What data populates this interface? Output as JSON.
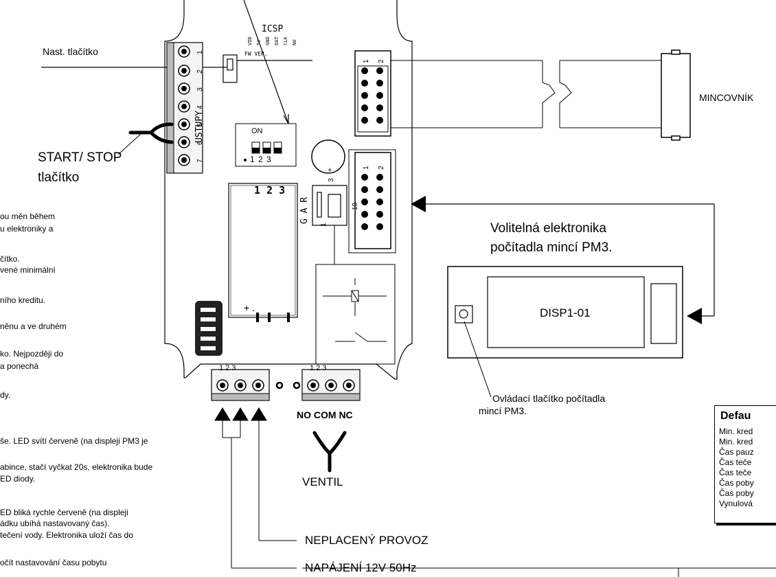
{
  "labels": {
    "nast_tlacitko": "Nast. tlačítko",
    "start_stop_1": "START/ STOP",
    "start_stop_2": "tlačítko",
    "mincovnik": "MINCOVNÍK",
    "volitelna_1": "Volitelná elektronika",
    "volitelna_2": "počítadla mincí PM3.",
    "disp": "DISP1-01",
    "ovladaci_1": "Ovládací tlačítko počítadla",
    "ovladaci_2": "mincí PM3.",
    "no_com_nc": "NO COM NC",
    "ventil": "VENTIL",
    "neplaceny": "NEPLACENÝ PROVOZ",
    "napajeni": "NAPÁJENÍ 12V 50Hz",
    "icsp": "ICSP",
    "fw_ver": "FW VER.",
    "ustupy": "USTUPY",
    "on": "ON",
    "dip_nums": "1  2  3",
    "relay_nums": "1 2 3",
    "gar": "G A R",
    "pin_10": "10",
    "pin_1": "1",
    "pin_2": "2",
    "pin_3": "3",
    "plus": "+",
    "plusdot": "+ .",
    "term_left": "1   2   3",
    "term_right": "1   2   3"
  },
  "icsp_pins": [
    "VDD",
    "5V",
    "GND",
    "DAT",
    "CLK",
    "NU"
  ],
  "input_pins": [
    "1",
    "2",
    "3",
    "4",
    "5",
    "6",
    "7"
  ],
  "side_text": [
    "ou měn během",
    "u elektroniky a",
    "čítko.",
    "vené minimální",
    "ního kreditu.",
    "něnu a ve druhém",
    "ko. Nejpozději do",
    "a ponechá",
    "dy.",
    "še. LED svítí červeně (na displeji PM3 je",
    "abince, stačí vyčkat 20s, elektronika bude",
    "ED diody.",
    "ED bliká rychle červeně (na displeji",
    "ádku ubíhá nastavovaný čas).",
    "tečení vody. Elektronika uloží čas do",
    "očít nastavování času pobytu"
  ],
  "defaults": {
    "title": "Defau",
    "lines": [
      "Min. kred",
      "Min. kred",
      "Čas pauz",
      "Čas teče",
      "Čas teče",
      "Čas poby",
      "Čas poby",
      "Vynulová"
    ]
  }
}
